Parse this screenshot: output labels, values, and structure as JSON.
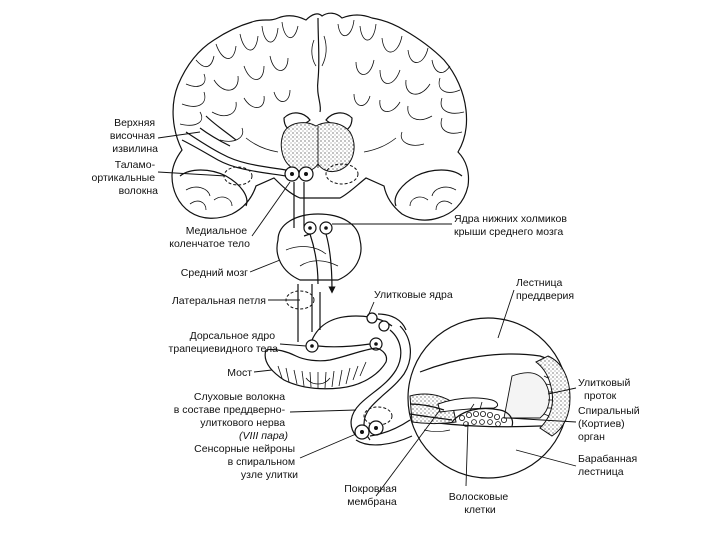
{
  "labels": {
    "superior_temporal_gyrus": [
      "Верхняя",
      "височная",
      "извилина"
    ],
    "thalamocortical_fibers": [
      "Таламо-",
      "ортикальные",
      "волокна"
    ],
    "medial_geniculate": [
      "Медиальное",
      "коленчатое тело"
    ],
    "midbrain": "Средний мозг",
    "lateral_lemniscus": "Латеральная петля",
    "dorsal_trapezoid": [
      "Дорсальное ядро",
      "трапециевидного тела"
    ],
    "pons": "Мост",
    "auditory_fibers": [
      "Слуховые волокна",
      "в составе преддверно-",
      "улиткового нерва",
      "(VIII пара)"
    ],
    "sensory_neurons": [
      "Сенсорные нейроны",
      "в спиральном",
      "узле улитки"
    ],
    "tectorial_membrane": [
      "Покровная",
      "мембрана"
    ],
    "hair_cells": [
      "Волосковые",
      "клетки"
    ],
    "inferior_colliculi": [
      "Ядра нижних холмиков",
      "крыши среднего мозга"
    ],
    "cochlear_nuclei": "Улитковые ядра",
    "scala_vestibuli": [
      "Лестница",
      "преддверия"
    ],
    "cochlear_duct": [
      "Улитковый",
      "проток"
    ],
    "spiral_organ": [
      "Спиральный",
      "(Кортиев)",
      "орган"
    ],
    "scala_tympani": [
      "Барабанная",
      "лестница"
    ]
  }
}
